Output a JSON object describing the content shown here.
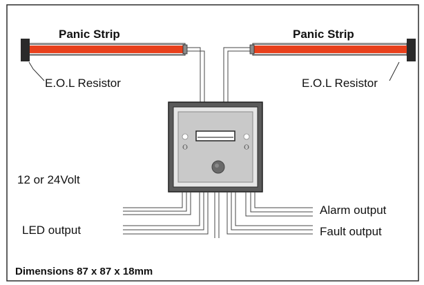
{
  "diagram": {
    "left_strip_label": "Panic Strip",
    "right_strip_label": "Panic Strip",
    "left_resistor_label": "E.O.L Resistor",
    "right_resistor_label": "E.O.L Resistor",
    "power_label": "12 or 24Volt",
    "led_label": "LED output",
    "alarm_label": "Alarm output",
    "fault_label": "Fault output",
    "dimensions_label": "Dimensions 87 x 87 x 18mm"
  },
  "colors": {
    "strip": "#e8401c",
    "strip_end": "#2a2a2a",
    "device_face": "#c9c9c9",
    "device_outer": "#5a5a5a",
    "frame": "#2b2b2b",
    "wire": "#444444"
  },
  "icons": {
    "device": "control-unit-icon",
    "button": "push-button-icon"
  }
}
